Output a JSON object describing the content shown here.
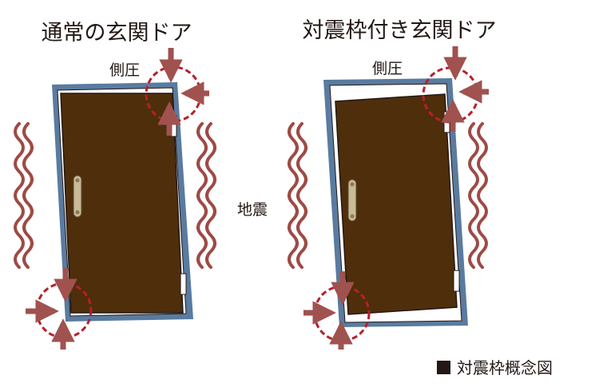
{
  "left_panel": {
    "title": "通常の玄関ドア",
    "pressure_label": "側圧"
  },
  "right_panel": {
    "title": "対震枠付き玄関ドア",
    "pressure_label": "側圧"
  },
  "center_label": "地震",
  "caption": "対震枠概念図",
  "colors": {
    "frame": "#5a7ba0",
    "door": "#4f2e0b",
    "arrow": "#a0524f",
    "wave": "#9e4a45",
    "circle": "#b5202b",
    "handle": "#c8bb98",
    "text": "#231815"
  },
  "icons": [
    "pressure-arrow-icon",
    "earthquake-wave-icon",
    "caption-square-icon"
  ]
}
